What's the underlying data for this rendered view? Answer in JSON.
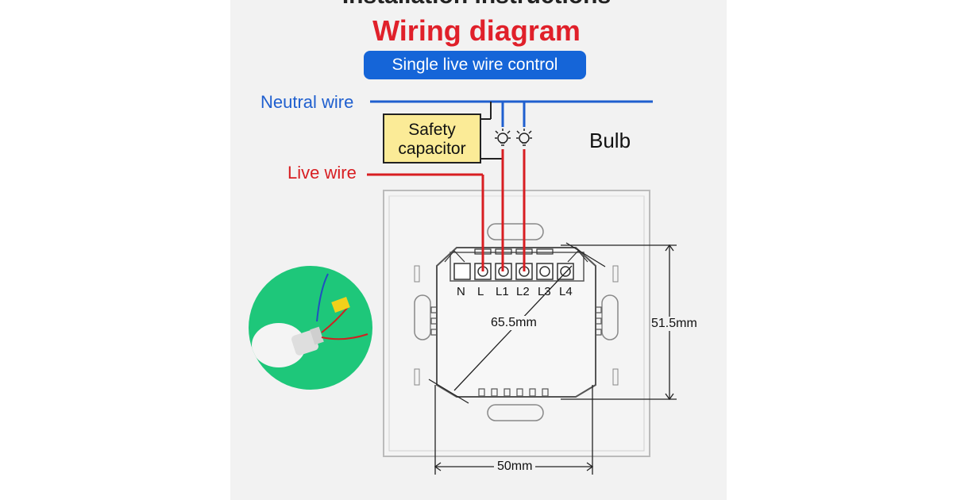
{
  "cut_heading": "Installation instructions",
  "title": "Wiring diagram",
  "subtitle": "Single live wire control",
  "labels": {
    "neutral": "Neutral wire",
    "live": "Live wire",
    "capacitor": "Safety capacitor",
    "bulb": "Bulb"
  },
  "terminals": [
    "N",
    "L",
    "L1",
    "L2",
    "L3",
    "L4"
  ],
  "dimensions": {
    "diagonal": "65.5mm",
    "height": "51.5mm",
    "width": "50mm"
  },
  "colors": {
    "title_red": "#e0202a",
    "neutral_blue": "#1f5fcf",
    "live_red": "#d81e22",
    "pill_blue": "#1565d8",
    "capacitor_fill": "#fbeb97",
    "photo_green": "#1ec77a"
  }
}
